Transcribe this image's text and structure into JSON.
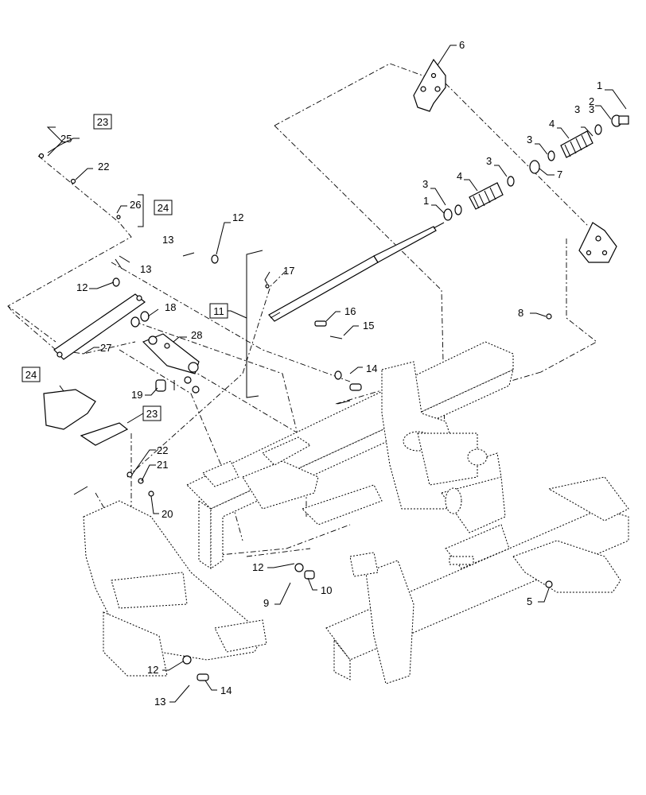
{
  "diagram": {
    "callouts": {
      "c1a": "1",
      "c2": "2",
      "c3a": "3",
      "c4a": "4",
      "c3b": "3",
      "c3c": "3",
      "c7": "7",
      "c6": "6",
      "c3d": "3",
      "c4b": "4",
      "c1b": "1",
      "c3e": "3",
      "c25": "25",
      "c22a": "22",
      "c26": "26",
      "c13a": "13",
      "c12a": "12",
      "c13b": "13",
      "c12b": "12",
      "c17": "17",
      "c18": "18",
      "c28": "28",
      "c27": "27",
      "c16": "16",
      "c15": "15",
      "c14a": "14",
      "c8": "8",
      "c19": "19",
      "c22b": "22",
      "c21": "21",
      "c20": "20",
      "c12c": "12",
      "c9": "9",
      "c10": "10",
      "c5": "5",
      "c12d": "12",
      "c13c": "13",
      "c14b": "14"
    },
    "boxed": {
      "b23a": "23",
      "b24a": "24",
      "b11": "11",
      "b24b": "24",
      "b23b": "23"
    }
  }
}
